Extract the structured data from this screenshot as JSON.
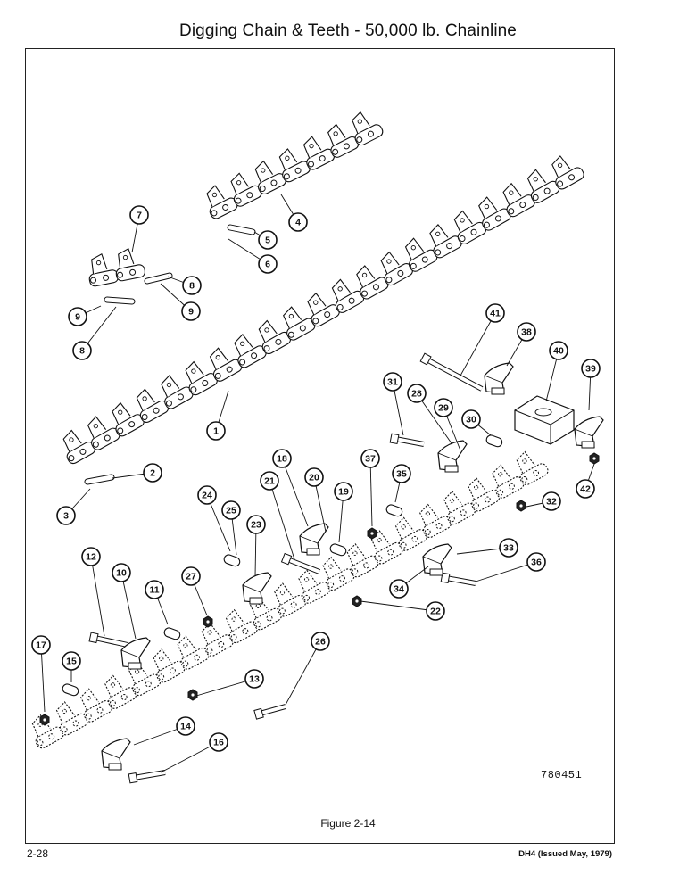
{
  "page": {
    "title": "Digging Chain & Teeth - 50,000 lb. Chainline",
    "figure_caption": "Figure 2-14",
    "figure_number": "780451",
    "page_number": "2-28",
    "document_id": "DH4 (Issued May, 1979)"
  },
  "callouts": [
    {
      "id": "c1",
      "label": "1"
    },
    {
      "id": "c2",
      "label": "2"
    },
    {
      "id": "c3",
      "label": "3"
    },
    {
      "id": "c4",
      "label": "4"
    },
    {
      "id": "c5",
      "label": "5"
    },
    {
      "id": "c6",
      "label": "6"
    },
    {
      "id": "c7",
      "label": "7"
    },
    {
      "id": "c8a",
      "label": "8"
    },
    {
      "id": "c8b",
      "label": "8"
    },
    {
      "id": "c9a",
      "label": "9"
    },
    {
      "id": "c9b",
      "label": "9"
    },
    {
      "id": "c10",
      "label": "10"
    },
    {
      "id": "c11",
      "label": "11"
    },
    {
      "id": "c12",
      "label": "12"
    },
    {
      "id": "c13",
      "label": "13"
    },
    {
      "id": "c14",
      "label": "14"
    },
    {
      "id": "c15",
      "label": "15"
    },
    {
      "id": "c16",
      "label": "16"
    },
    {
      "id": "c17",
      "label": "17"
    },
    {
      "id": "c18",
      "label": "18"
    },
    {
      "id": "c19",
      "label": "19"
    },
    {
      "id": "c20",
      "label": "20"
    },
    {
      "id": "c21",
      "label": "21"
    },
    {
      "id": "c22",
      "label": "22"
    },
    {
      "id": "c23",
      "label": "23"
    },
    {
      "id": "c24",
      "label": "24"
    },
    {
      "id": "c25",
      "label": "25"
    },
    {
      "id": "c26",
      "label": "26"
    },
    {
      "id": "c27",
      "label": "27"
    },
    {
      "id": "c28",
      "label": "28"
    },
    {
      "id": "c29",
      "label": "29"
    },
    {
      "id": "c30",
      "label": "30"
    },
    {
      "id": "c31",
      "label": "31"
    },
    {
      "id": "c32",
      "label": "32"
    },
    {
      "id": "c33",
      "label": "33"
    },
    {
      "id": "c34",
      "label": "34"
    },
    {
      "id": "c35",
      "label": "35"
    },
    {
      "id": "c36",
      "label": "36"
    },
    {
      "id": "c37",
      "label": "37"
    },
    {
      "id": "c38",
      "label": "38"
    },
    {
      "id": "c39",
      "label": "39"
    },
    {
      "id": "c40",
      "label": "40"
    },
    {
      "id": "c41",
      "label": "41"
    },
    {
      "id": "c42",
      "label": "42"
    }
  ]
}
